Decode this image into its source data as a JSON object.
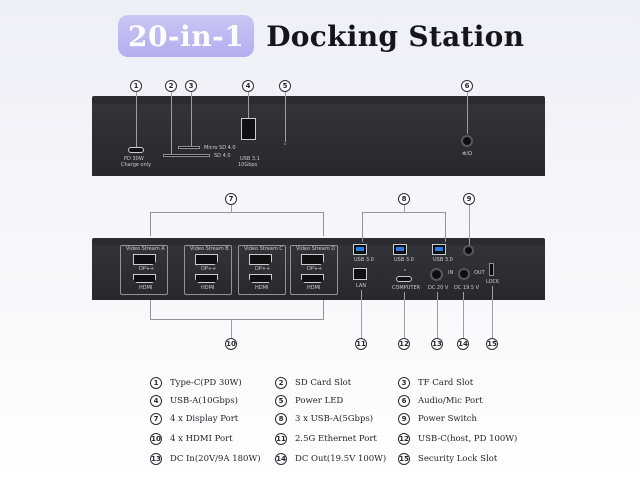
{
  "title": {
    "highlight": "20-in-1",
    "rest": "Docking Station"
  },
  "colors": {
    "pill": "#b8b3f0",
    "device": "#2a2c31",
    "usb_blue": "#2f7de1"
  },
  "front": {
    "callouts": [
      "1",
      "2",
      "3",
      "4",
      "5",
      "6"
    ],
    "labels": {
      "pd": "PD 30W",
      "charge": "Charge only",
      "micro_sd": "Micro SD 4.0",
      "sd": "SD 4.0",
      "usb31": "USB 3.1",
      "gbps": "10Gbps",
      "audio": "☸/Ω"
    }
  },
  "rear": {
    "callouts": [
      "7",
      "8",
      "9",
      "10",
      "11",
      "12",
      "13",
      "14",
      "15"
    ],
    "streams": [
      "Video Stream A",
      "Video Stream B",
      "Video Stream C",
      "Video Stream D"
    ],
    "dp_label": "DP++",
    "hdmi_label": "HDMI",
    "usb30": "USB 3.0",
    "lan": "LAN",
    "computer": "COMPUTER",
    "in": "IN",
    "out": "OUT",
    "dc20": "DC 20 V",
    "dc195": "DC 19.5 V",
    "lock": "LOCK"
  },
  "legend": [
    {
      "num": "1",
      "text": "Type-C(PD 30W)"
    },
    {
      "num": "2",
      "text": "SD Card Slot"
    },
    {
      "num": "3",
      "text": "TF Card Slot"
    },
    {
      "num": "4",
      "text": "USB-A(10Gbps)"
    },
    {
      "num": "5",
      "text": "Power LED"
    },
    {
      "num": "6",
      "text": "Audio/Mic Port"
    },
    {
      "num": "7",
      "text": "4 x Display Port"
    },
    {
      "num": "8",
      "text": "3 x USB-A(5Gbps)"
    },
    {
      "num": "9",
      "text": "Power Switch"
    },
    {
      "num": "10",
      "text": "4 x HDMI Port"
    },
    {
      "num": "11",
      "text": "2.5G Ethernet Port"
    },
    {
      "num": "12",
      "text": "USB-C(host, PD 100W)"
    },
    {
      "num": "13",
      "text": "DC In(20V/9A 180W)"
    },
    {
      "num": "14",
      "text": "DC Out(19.5V 100W)"
    },
    {
      "num": "15",
      "text": "Security Lock Slot"
    }
  ]
}
